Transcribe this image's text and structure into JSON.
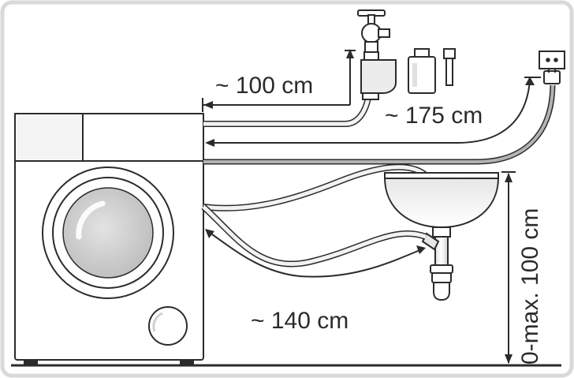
{
  "labels": {
    "water_supply_hose": "~ 100 cm",
    "power_cable": "~ 175 cm",
    "drain_hose": "~ 140 cm",
    "drain_height": "0-max. 100 cm"
  },
  "colors": {
    "frame": "#d9d9d9",
    "outline": "#2b2b2b",
    "hose_fill": "#f2f2f2",
    "cable_fill": "#b3b3b3"
  },
  "icons": [
    "water-tap-icon",
    "aquastop-valve-icon",
    "water-filter-icon",
    "hose-nipple-icon",
    "power-socket-icon",
    "power-plug-icon",
    "washbasin-icon",
    "drain-siphon-icon"
  ]
}
